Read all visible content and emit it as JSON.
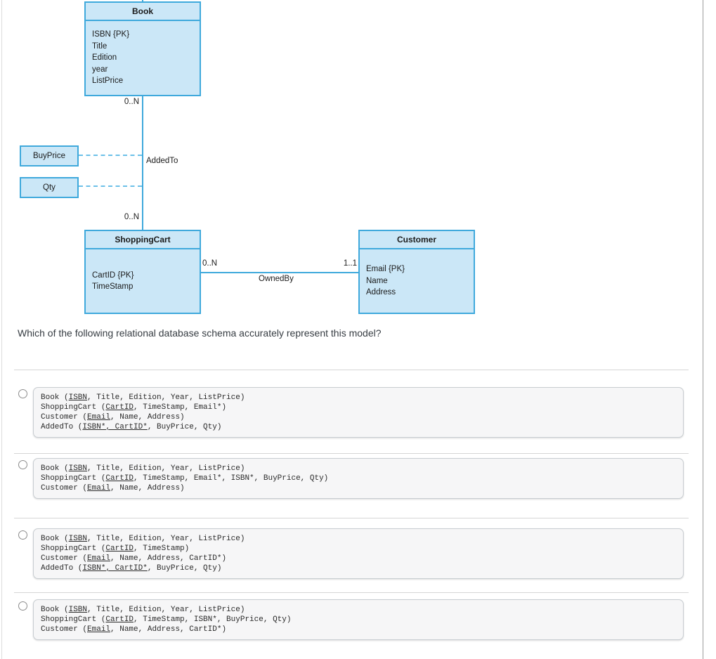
{
  "diagram": {
    "book": {
      "title": "Book",
      "attributes": [
        "ISBN {PK}",
        "Title",
        "Edition",
        "year",
        "ListPrice"
      ]
    },
    "shopping_cart": {
      "title": "ShoppingCart",
      "attributes": [
        "CartID {PK}",
        "TimeStamp"
      ]
    },
    "customer": {
      "title": "Customer",
      "attributes": [
        "Email {PK}",
        "Name",
        "Address"
      ]
    },
    "attribute_nodes": {
      "buy_price": "BuyPrice",
      "qty": "Qty"
    },
    "added_to": {
      "label": "AddedTo",
      "card_book": "0..N",
      "card_cart": "0..N"
    },
    "owned_by": {
      "label": "OwnedBy",
      "card_cart": "0..N",
      "card_customer": "1..1"
    },
    "colors": {
      "entity_fill": "#cbe7f7",
      "entity_border": "#3fa9dc"
    }
  },
  "question": "Which of the following relational database schema accurately represent this model?",
  "options": [
    {
      "selected": false,
      "lines": [
        [
          {
            "t": "Book ("
          },
          {
            "t": "ISBN",
            "u": true
          },
          {
            "t": ", Title, Edition, Year, ListPrice)"
          }
        ],
        [
          {
            "t": "ShoppingCart ("
          },
          {
            "t": "CartID",
            "u": true
          },
          {
            "t": ", TimeStamp, Email*)"
          }
        ],
        [
          {
            "t": "Customer ("
          },
          {
            "t": "Email",
            "u": true
          },
          {
            "t": ", Name, Address)"
          }
        ],
        [
          {
            "t": "AddedTo ("
          },
          {
            "t": "ISBN*, CartID*",
            "u": true
          },
          {
            "t": ", BuyPrice, Qty)"
          }
        ]
      ]
    },
    {
      "selected": false,
      "lines": [
        [
          {
            "t": "Book ("
          },
          {
            "t": "ISBN",
            "u": true
          },
          {
            "t": ", Title, Edition, Year, ListPrice)"
          }
        ],
        [
          {
            "t": "ShoppingCart ("
          },
          {
            "t": "CartID",
            "u": true
          },
          {
            "t": ", TimeStamp, Email*, ISBN*, BuyPrice, Qty)"
          }
        ],
        [
          {
            "t": "Customer ("
          },
          {
            "t": "Email",
            "u": true
          },
          {
            "t": ", Name, Address)"
          }
        ]
      ]
    },
    {
      "selected": false,
      "lines": [
        [
          {
            "t": "Book ("
          },
          {
            "t": "ISBN",
            "u": true
          },
          {
            "t": ", Title, Edition, Year, ListPrice)"
          }
        ],
        [
          {
            "t": "ShoppingCart ("
          },
          {
            "t": "CartID",
            "u": true
          },
          {
            "t": ", TimeStamp)"
          }
        ],
        [
          {
            "t": "Customer ("
          },
          {
            "t": "Email",
            "u": true
          },
          {
            "t": ", Name, Address, CartID*)"
          }
        ],
        [
          {
            "t": "AddedTo ("
          },
          {
            "t": "ISBN*, CartID*",
            "u": true
          },
          {
            "t": ", BuyPrice, Qty)"
          }
        ]
      ]
    },
    {
      "selected": false,
      "lines": [
        [
          {
            "t": "Book ("
          },
          {
            "t": "ISBN",
            "u": true
          },
          {
            "t": ", Title, Edition, Year, ListPrice)"
          }
        ],
        [
          {
            "t": "ShoppingCart ("
          },
          {
            "t": "CartID",
            "u": true
          },
          {
            "t": ", TimeStamp, ISBN*, BuyPrice, Qty)"
          }
        ],
        [
          {
            "t": "Customer ("
          },
          {
            "t": "Email",
            "u": true
          },
          {
            "t": ", Name, Address, CartID*)"
          }
        ]
      ]
    }
  ]
}
